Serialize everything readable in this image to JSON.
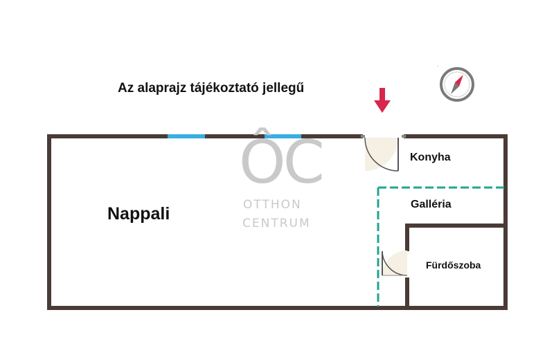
{
  "notice": "Az alaprajz tájékoztató jellegű",
  "rooms": {
    "nappali": "Nappali",
    "konyha": "Konyha",
    "galleria": "Galléria",
    "furdoszoba": "Fürdőszoba"
  },
  "logo": {
    "mark": "ÔC",
    "line1": "OTTHON",
    "line2": "CENTRUM"
  },
  "colors": {
    "wall": "#4a3b36",
    "window": "#3aaee0",
    "gallery_line": "#21a58f",
    "entrance_arrow": "#d8264c"
  },
  "icons": {
    "compass": "compass-icon",
    "entrance": "entrance-arrow-icon"
  }
}
